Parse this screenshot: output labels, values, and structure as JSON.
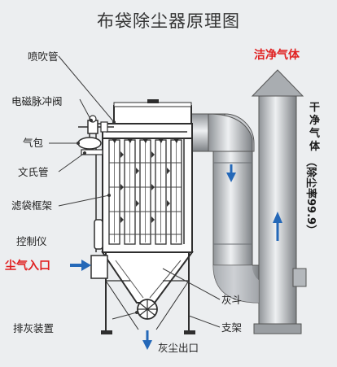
{
  "title": "布袋除尘器原理图",
  "labels": {
    "nozzle_pipe": "喷吹管",
    "pulse_valve": "电磁脉冲阀",
    "air_bag": "气包",
    "venturi": "文氏管",
    "bag_cage": "滤袋框架",
    "controller": "控制仪",
    "dusty_inlet": "尘气入口",
    "discharge_device": "排灰装置",
    "ash_hopper": "灰斗",
    "support": "支架",
    "dust_outlet": "灰尘出口",
    "clean_gas": "洁净气体",
    "dry_clean_gas": [
      "干",
      "净",
      "气",
      "体"
    ],
    "removal_rate": "（除尘率99.9）"
  },
  "colors": {
    "accent_red": "#e02020",
    "arrow_blue": "#2468b8",
    "frame": "#2e2e2e",
    "duct_mid": "#c4c7ca",
    "background": "#eceef0"
  },
  "icons": [
    "arrow-right-icon",
    "arrow-down-icon",
    "arrow-up-icon",
    "fan-icon",
    "valve-icon"
  ]
}
